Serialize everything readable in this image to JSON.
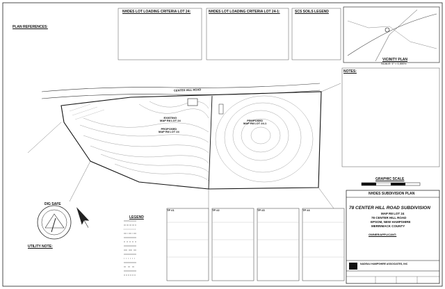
{
  "plan_refs": {
    "title": "PLAN REFERENCES:"
  },
  "criteria": {
    "lot24_title": "NHDES LOT LOADING CRITERIA LOT 24:",
    "lot241_title": "NHDES LOT LOADING CRITERIA LOT 24-1:",
    "soils_title": "SCS SOILS LEGEND"
  },
  "vicinity": {
    "title": "VICINITY PLAN",
    "scale": "SCALE: 1\" = 1,000'±"
  },
  "notes": {
    "title": "NOTES:"
  },
  "lots": {
    "existing": {
      "line1": "EXISTING",
      "line2": "MAP R8 LOT 24"
    },
    "proposed1": {
      "line1": "PROPOSED",
      "line2": "MAP R8 LOT 24"
    },
    "proposed2": {
      "line1": "PROPOSED",
      "line2": "MAP R8 LOT 24-1"
    }
  },
  "road": {
    "name": "CENTER HILL ROAD"
  },
  "dig_safe": {
    "label": "DIG SAFE"
  },
  "legend": {
    "title": "LEGEND"
  },
  "utility": {
    "title": "UTILITY NOTE:"
  },
  "graphic_scale": {
    "title": "GRAPHIC SCALE"
  },
  "title_block": {
    "header": "NHDES SUBDIVISION PLAN",
    "project": "78 CENTER HILL ROAD SUBDIVISION",
    "map": "MAP R8 LOT 24",
    "address": "78 CENTER HILL ROAD",
    "town": "EPSOM, NEW HAMPSHIRE",
    "county": "MERRIMACK COUNTY",
    "owner_label": "OWNER/APPLICANT:",
    "firm": "NADEAU HAMPSHIRE ASSOCIATES, INC"
  },
  "test_pits": [
    "TP #1",
    "TP #2",
    "TP #3",
    "TP #4"
  ]
}
